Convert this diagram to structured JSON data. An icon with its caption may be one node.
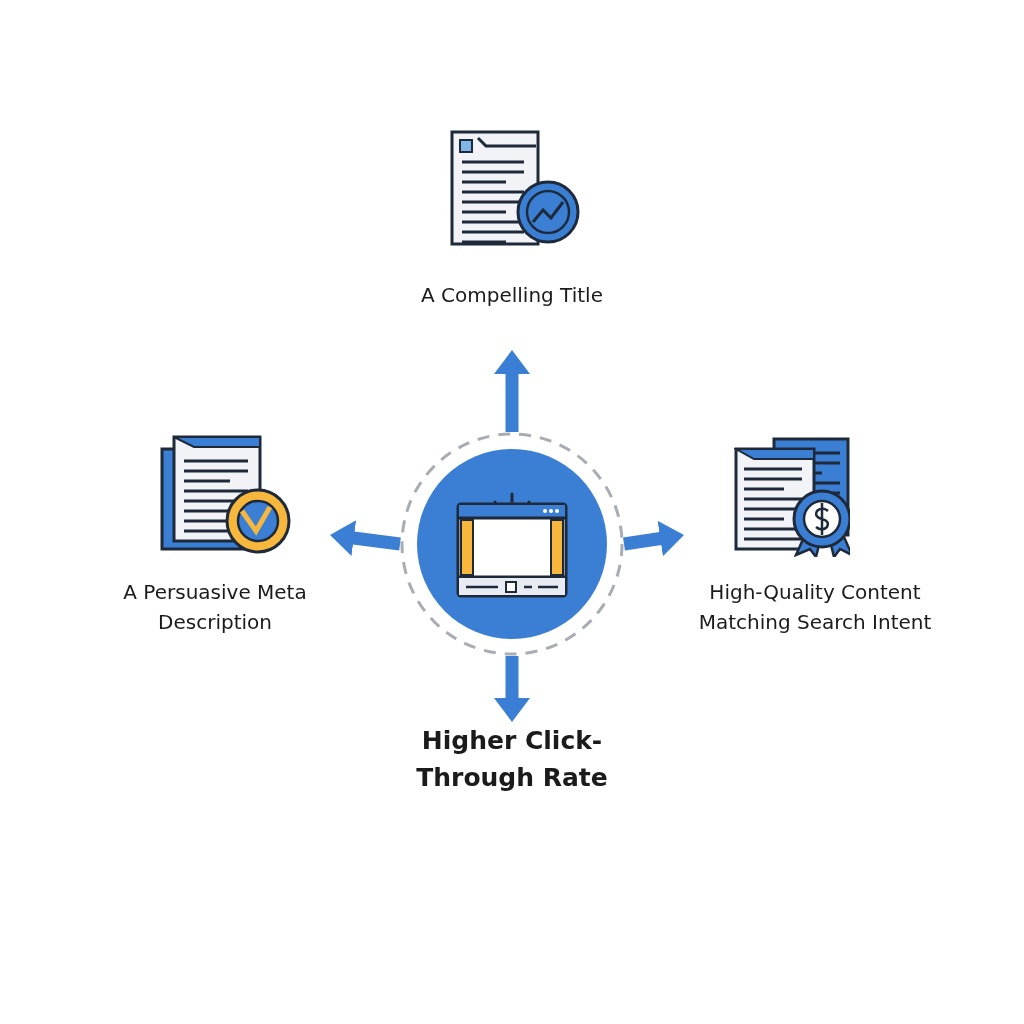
{
  "diagram": {
    "nodes": [
      {
        "text": [],
        "shape": "circle"
      },
      {
        "text": [
          "A Compelling Title"
        ]
      },
      {
        "text": [
          "A Persuasive Meta Description"
        ]
      },
      {
        "text": [
          "High-Quality Content Matching Search Intent"
        ]
      },
      {
        "text": [
          "Higher Click-Through Rate"
        ]
      }
    ],
    "edges": [
      {
        "from": 0,
        "to": 1,
        "arrow": "to"
      },
      {
        "from": 0,
        "to": 2,
        "arrow": "to"
      },
      {
        "from": 0,
        "to": 3,
        "arrow": "to"
      },
      {
        "from": 0,
        "to": 4,
        "arrow": "to"
      }
    ]
  }
}
